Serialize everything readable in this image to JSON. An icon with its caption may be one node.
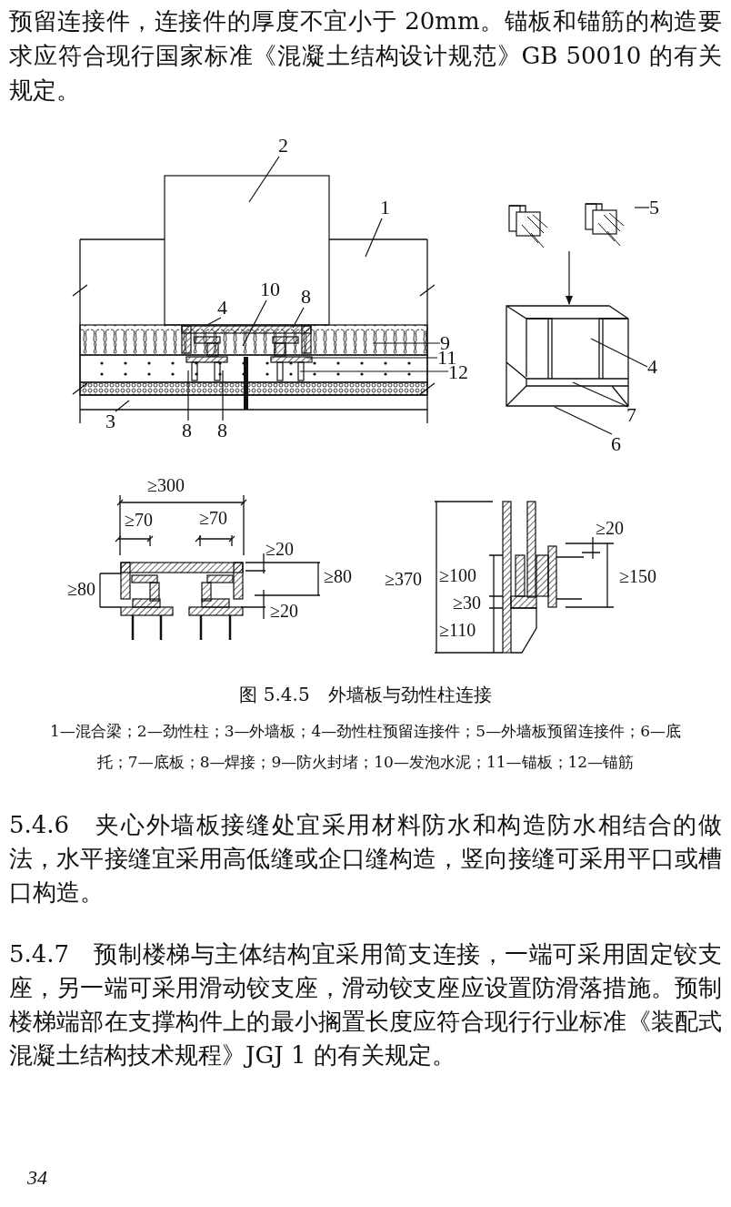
{
  "diagram": {
    "caption": "图 5.4.5　外墙板与劲性柱连接",
    "nodes": [
      {
        "text": [
          "2"
        ]
      },
      {
        "text": [
          "1"
        ]
      },
      {
        "text": [
          "4"
        ]
      },
      {
        "text": [
          "10"
        ]
      },
      {
        "text": [
          "8"
        ]
      },
      {
        "text": [
          "9"
        ]
      },
      {
        "text": [
          "11"
        ]
      },
      {
        "text": [
          "12"
        ]
      },
      {
        "text": [
          "3"
        ]
      },
      {
        "text": [
          "8"
        ]
      },
      {
        "text": [
          "8"
        ]
      },
      {
        "text": [],
        "shape": "picture"
      },
      {
        "text": [
          "5"
        ]
      },
      {
        "text": [],
        "shape": "picture"
      },
      {
        "text": [
          "4"
        ]
      },
      {
        "text": [
          "7"
        ]
      },
      {
        "text": [
          "6"
        ]
      }
    ],
    "edges": [
      {
        "from": 0,
        "to": null,
        "arrow": "none"
      },
      {
        "from": 1,
        "to": null,
        "arrow": "none"
      },
      {
        "from": 2,
        "to": null,
        "arrow": "none"
      },
      {
        "from": 3,
        "to": null,
        "arrow": "none"
      },
      {
        "from": 4,
        "to": null,
        "arrow": "none"
      },
      {
        "from": 5,
        "to": null,
        "arrow": "none"
      },
      {
        "from": 6,
        "to": null,
        "arrow": "none"
      },
      {
        "from": 7,
        "to": null,
        "arrow": "none"
      },
      {
        "from": 8,
        "to": null,
        "arrow": "none"
      },
      {
        "from": 9,
        "to": null,
        "arrow": "none"
      },
      {
        "from": 10,
        "to": null,
        "arrow": "none"
      },
      {
        "from": 12,
        "to": 11,
        "arrow": "none"
      },
      {
        "from": 11,
        "to": 13,
        "arrow": "to"
      },
      {
        "from": 14,
        "to": 13,
        "arrow": "none"
      },
      {
        "from": 15,
        "to": 13,
        "arrow": "none"
      },
      {
        "from": 16,
        "to": 13,
        "arrow": "none"
      }
    ],
    "labels": [
      "预留连接件，连接件的厚度不宜小于 20mm。锚板和锚筋的构造要求应符合现行国家标准《混凝土结构设计规范》GB 50010 的有关规定。",
      "≥300",
      "≥70",
      "≥70",
      "≥20",
      "≥20",
      "≥80",
      "≥80",
      "≥370",
      "≥100",
      "≥150",
      "≥20",
      "≥30",
      "≥110",
      "1—混合梁；2—劲性柱；3—外墙板；4—劲性柱预留连接件；5—外墙板预留连接件；6—底托；7—底板；8—焊接；9—防火封堵；10—发泡水泥；11—锚板；12—锚筋",
      "5.4.6　夹心外墙板接缝处宜采用材料防水和构造防水相结合的做法，水平接缝宜采用高低缝或企口缝构造，竖向接缝可采用平口或槽口构造。",
      "5.4.7　预制楼梯与主体结构宜采用简支连接，一端可采用固定铰支座，另一端可采用滑动铰支座，滑动铰支座应设置防滑落措施。预制楼梯端部在支撑构件上的最小搁置长度应符合现行行业标准《装配式混凝土结构技术规程》JGJ 1 的有关规定。",
      "34"
    ]
  }
}
